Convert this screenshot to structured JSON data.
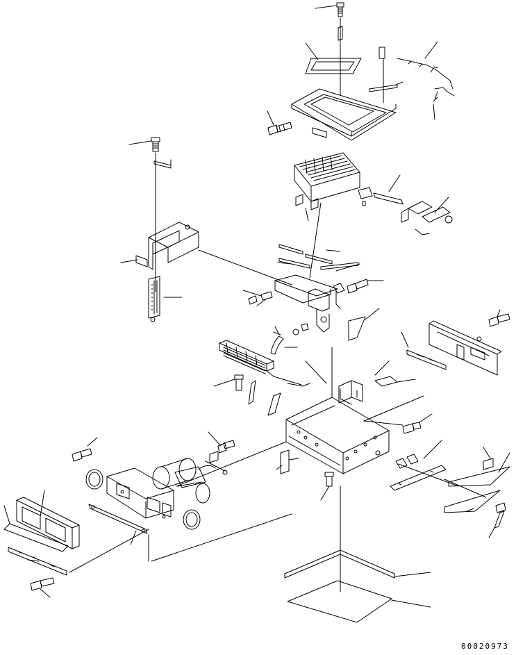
{
  "drawing": {
    "number": "00020973"
  },
  "parts": [
    {
      "name": "top-bolt",
      "kind": "bolt"
    },
    {
      "name": "top-frame-seal",
      "kind": "seal"
    },
    {
      "name": "wire-harness",
      "kind": "harness"
    },
    {
      "name": "filter-cover",
      "kind": "cover"
    },
    {
      "name": "upper-left-bolt",
      "kind": "bolt"
    },
    {
      "name": "l-bracket",
      "kind": "bracket"
    },
    {
      "name": "side-plate",
      "kind": "plate"
    },
    {
      "name": "vertical-filter",
      "kind": "filter"
    },
    {
      "name": "radiator-core",
      "kind": "core"
    },
    {
      "name": "pipe-fitting",
      "kind": "fitting"
    },
    {
      "name": "bracket-clamp",
      "kind": "clamp"
    },
    {
      "name": "blower-support",
      "kind": "support"
    },
    {
      "name": "hose",
      "kind": "hose"
    },
    {
      "name": "heater-unit",
      "kind": "heater"
    },
    {
      "name": "right-panel",
      "kind": "panel"
    },
    {
      "name": "base-frame",
      "kind": "frame"
    },
    {
      "name": "blower-motor",
      "kind": "motor"
    },
    {
      "name": "front-grille",
      "kind": "grille"
    },
    {
      "name": "floor-mat",
      "kind": "mat"
    }
  ]
}
